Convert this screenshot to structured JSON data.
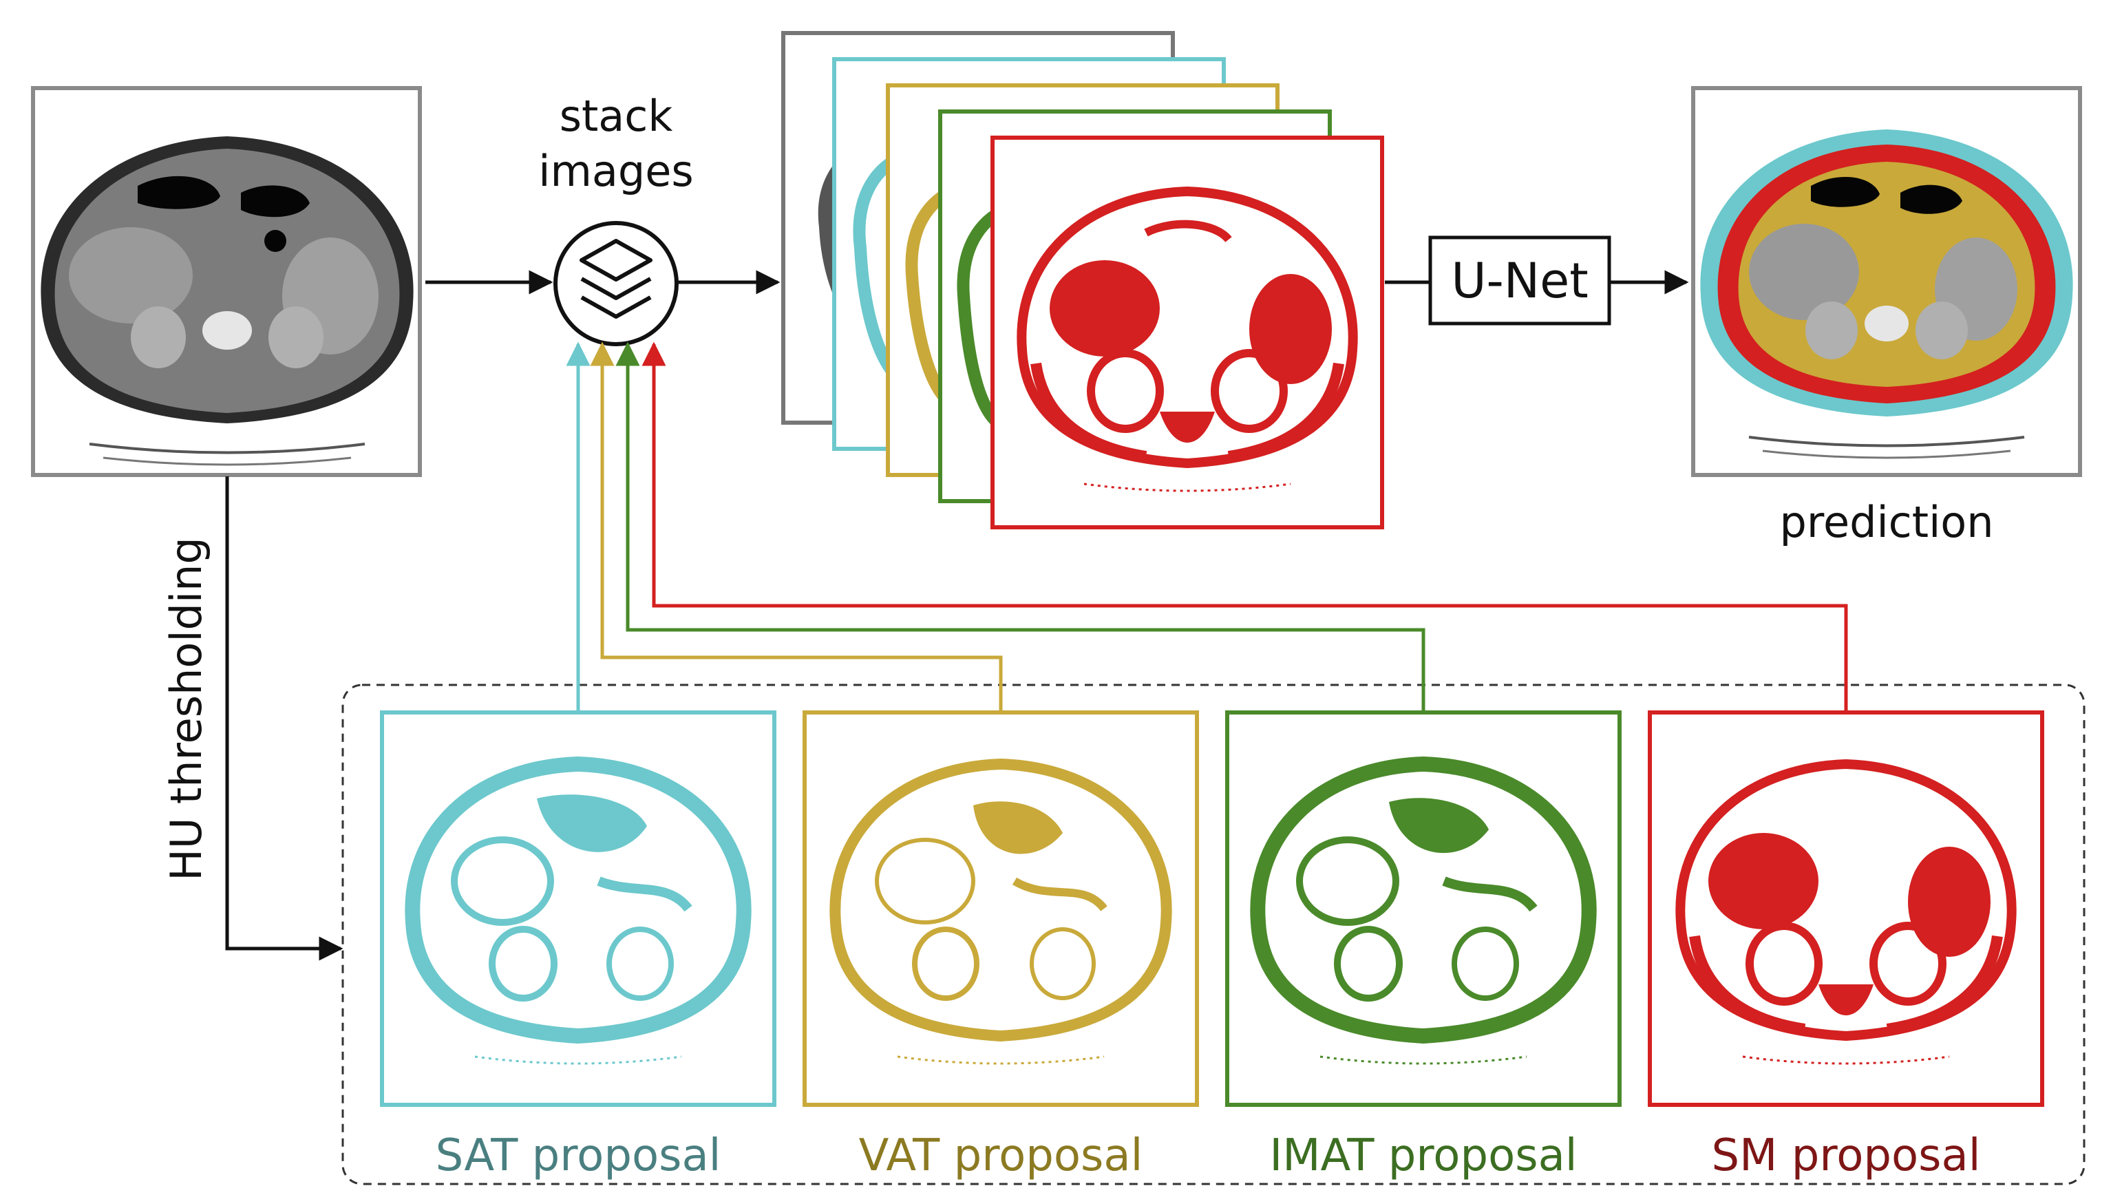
{
  "labels": {
    "stack_images_line1": "stack",
    "stack_images_line2": "images",
    "unet": "U-Net",
    "prediction": "prediction",
    "hu_thresholding": "HU thresholding"
  },
  "proposals": [
    {
      "id": "sat",
      "label": "SAT proposal",
      "color": "#6cc8cc",
      "text_color": "#4a7f80"
    },
    {
      "id": "vat",
      "label": "VAT proposal",
      "color": "#c9a93a",
      "text_color": "#8c7a22"
    },
    {
      "id": "imat",
      "label": "IMAT proposal",
      "color": "#4a8a2a",
      "text_color": "#3c6e22"
    },
    {
      "id": "sm",
      "label": "SM proposal",
      "color": "#d42020",
      "text_color": "#7e1616"
    }
  ],
  "stack_frame_colors": [
    "#777777",
    "#6cc8cc",
    "#c9a93a",
    "#4a8a2a",
    "#d42020"
  ],
  "icons": {
    "stack": "layers-icon"
  },
  "colors": {
    "ct_frame": "#8a8a8a",
    "arrow": "#111111",
    "dashed_box": "#333333"
  }
}
